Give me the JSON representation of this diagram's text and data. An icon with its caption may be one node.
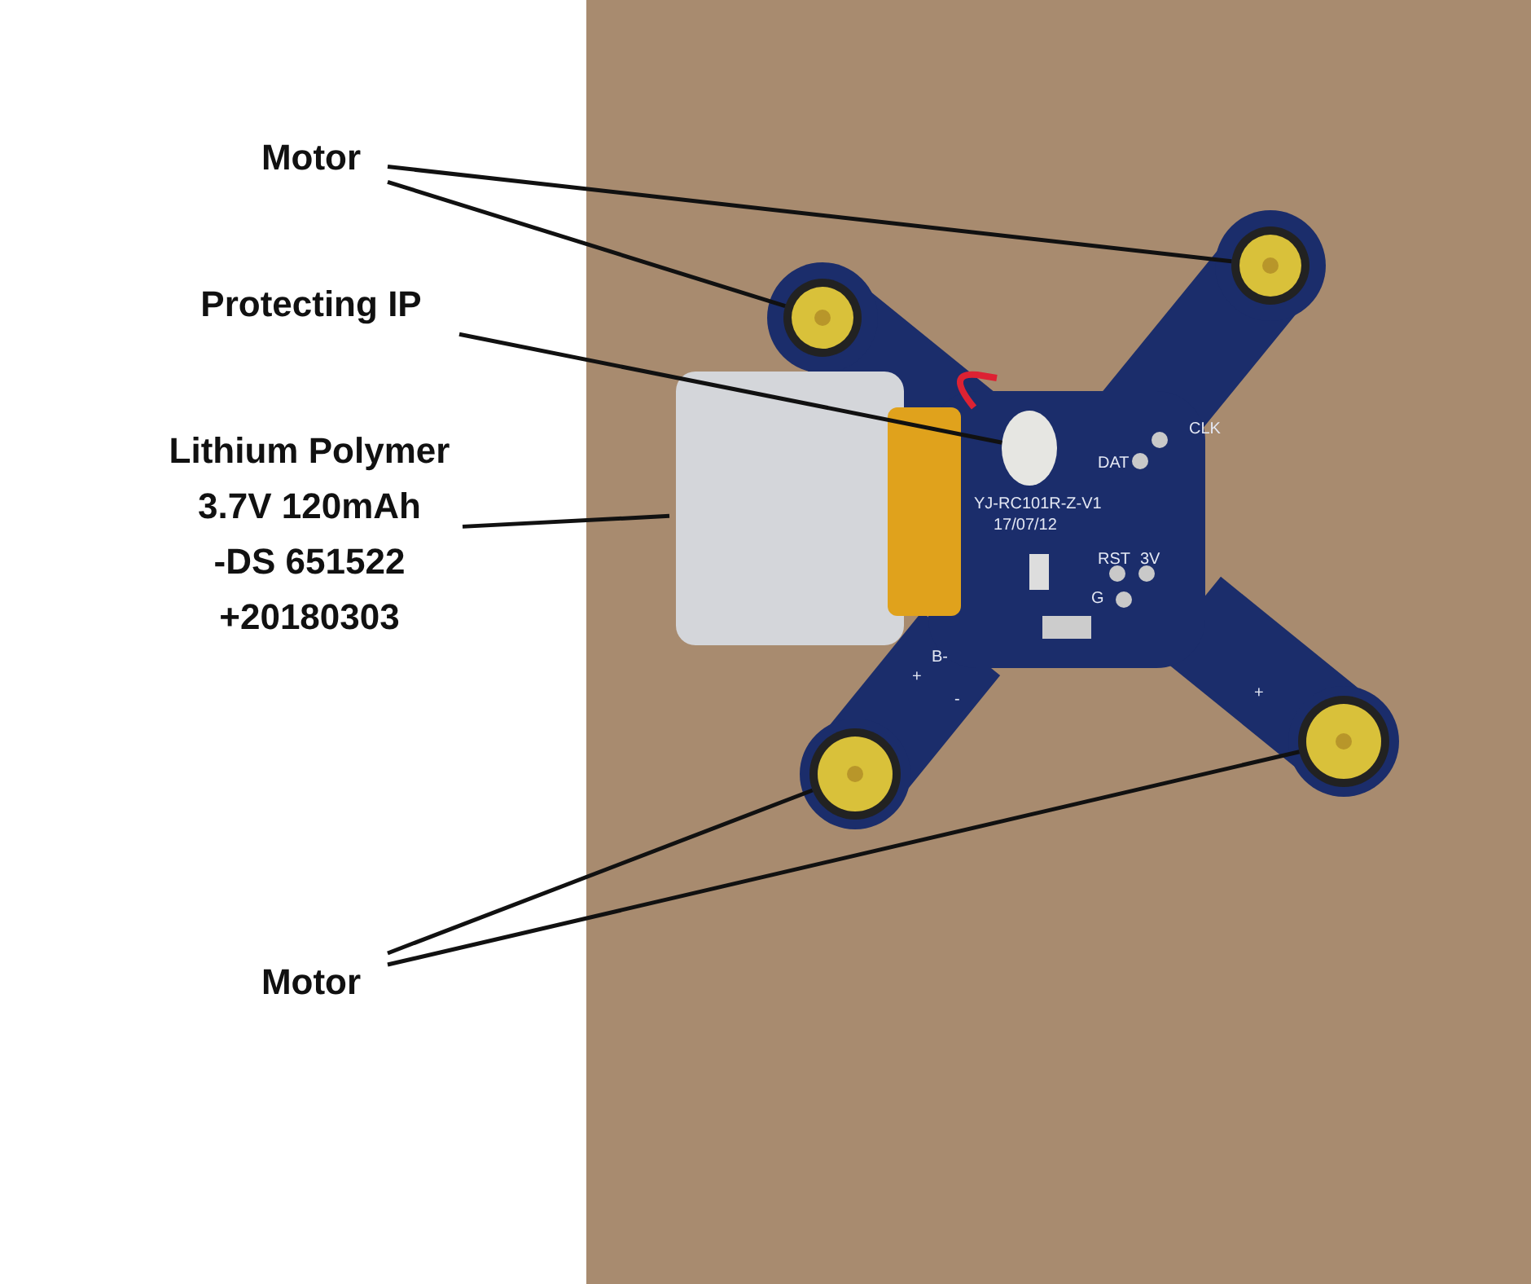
{
  "diagram": {
    "nodes": [
      {
        "text": [
          "Motor"
        ]
      },
      {
        "text": [
          "Protecting IP"
        ]
      },
      {
        "text": [
          "Lithium Polymer 3.7V 120mAh -DS 651522 +20180303"
        ]
      },
      {
        "text": [
          "Motor"
        ]
      },
      {
        "text": [],
        "shape": "circle"
      },
      {
        "text": [],
        "shape": "circle"
      },
      {
        "text": [],
        "shape": "circle"
      },
      {
        "text": [],
        "shape": "box"
      },
      {
        "text": [],
        "shape": "circle"
      },
      {
        "text": [],
        "shape": "circle"
      }
    ],
    "edges": [
      {
        "from": 0,
        "to": 4,
        "arrow": "none"
      },
      {
        "from": 0,
        "to": 5,
        "arrow": "none"
      },
      {
        "from": 1,
        "to": 6,
        "arrow": "none"
      },
      {
        "from": 2,
        "to": 7,
        "arrow": "none"
      },
      {
        "from": 3,
        "to": 8,
        "arrow": "none"
      },
      {
        "from": 3,
        "to": 9,
        "arrow": "none"
      }
    ],
    "labels": [
      "CLK",
      "DAT",
      "YJ-RC101R-Z-V1",
      "17/07/12",
      "RST",
      "3V",
      "G",
      "B-",
      "+",
      "-",
      "+"
    ]
  }
}
